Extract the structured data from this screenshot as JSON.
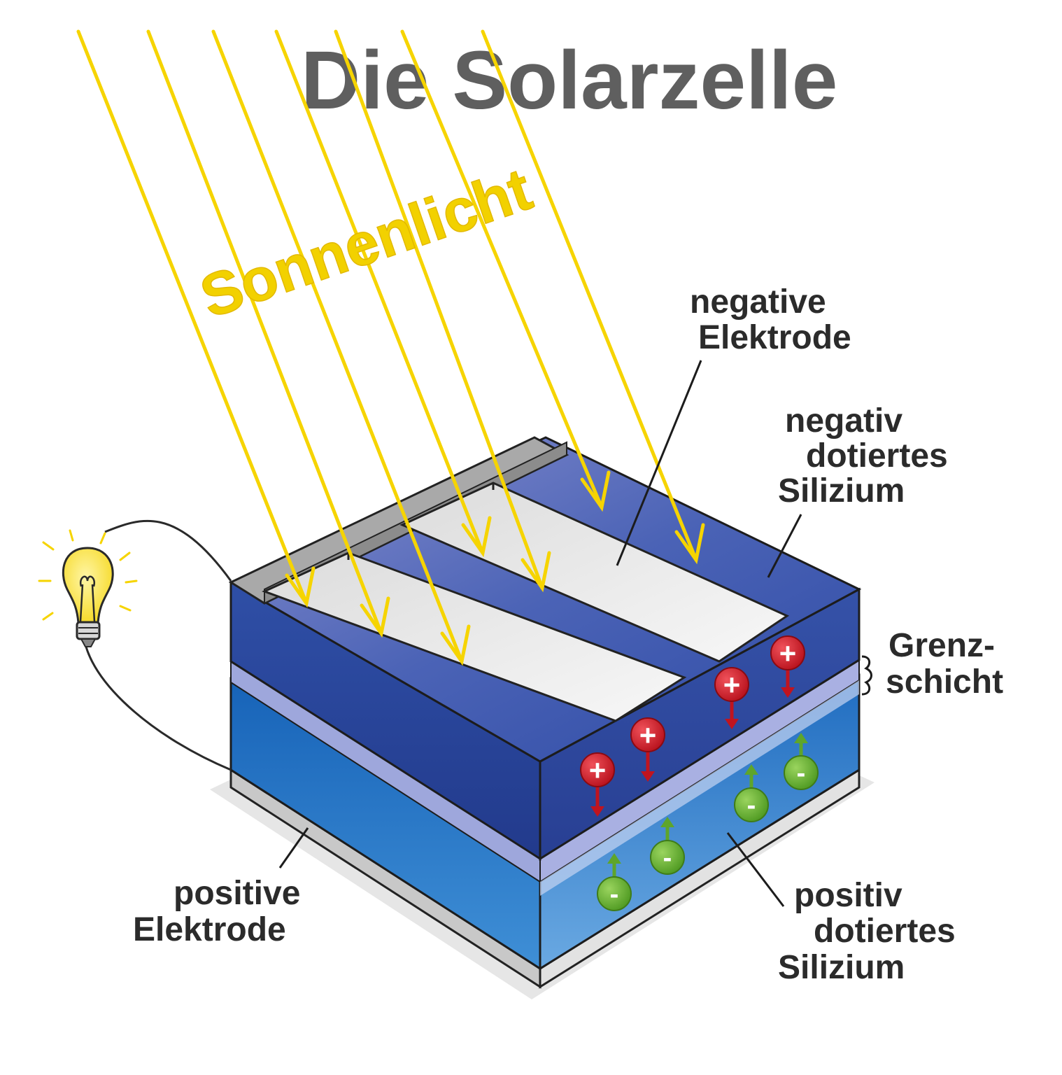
{
  "title": "Die Solarzelle",
  "sunlight_label": "Sonnenlicht",
  "labels": {
    "negative_electrode": [
      "negative",
      "Elektrode"
    ],
    "n_silicon": [
      "negativ",
      "dotiertes",
      "Silizium"
    ],
    "junction": [
      "Grenz-",
      "schicht"
    ],
    "positive_electrode": [
      "positive",
      "Elektrode"
    ],
    "p_silicon": [
      "positiv",
      "dotiertes",
      "Silizium"
    ]
  },
  "charges": {
    "positive_symbol": "+",
    "negative_symbol": "-"
  },
  "colors": {
    "sunlight": "#f6d400",
    "n_layer": "#2a4a9f",
    "p_layer": "#1a6cbf",
    "junction": "#a6ace0",
    "electrode": "#c3c3c3",
    "positive_charge": "#d51f2a",
    "negative_charge": "#6cb533"
  }
}
